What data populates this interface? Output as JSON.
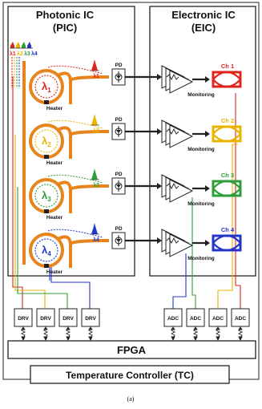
{
  "figure": {
    "caption": "(a)",
    "pic_title_line1": "Photonic IC",
    "pic_title_line2": "(PIC)",
    "eic_title_line1": "Electronic IC",
    "eic_title_line2": "(EIC)",
    "fpga_label": "FPGA",
    "tc_label": "Temperature Controller (TC)",
    "input_lambdas": [
      "λ1",
      "λ2",
      "λ3",
      "λ4"
    ],
    "rings": [
      {
        "lambda_main": "λ",
        "lambda_sub": "1",
        "drop_label": "λ1",
        "heater": "Heater",
        "pd": "PD",
        "color": "#e0241b"
      },
      {
        "lambda_main": "λ",
        "lambda_sub": "2",
        "drop_label": "λ2",
        "heater": "Heater",
        "pd": "PD",
        "color": "#e8b400"
      },
      {
        "lambda_main": "λ",
        "lambda_sub": "3",
        "drop_label": "λ3",
        "heater": "Heater",
        "pd": "PD",
        "color": "#2e9e3a"
      },
      {
        "lambda_main": "λ",
        "lambda_sub": "4",
        "drop_label": "λ4",
        "heater": "Heater",
        "pd": "PD",
        "color": "#2435c9"
      }
    ],
    "channels": [
      {
        "label": "Ch 1",
        "monitor": "Monitoring",
        "color": "#e0241b"
      },
      {
        "label": "Ch 2",
        "monitor": "Monitoring",
        "color": "#e8b400"
      },
      {
        "label": "Ch 3",
        "monitor": "Monitoring",
        "color": "#2e9e3a"
      },
      {
        "label": "Ch 4",
        "monitor": "Monitoring",
        "color": "#2435c9"
      }
    ],
    "drivers": [
      "DRV",
      "DRV",
      "DRV",
      "DRV"
    ],
    "adcs": [
      "ADC",
      "ADC",
      "ADC",
      "ADC"
    ],
    "colors": {
      "waveguide": "#e8841c",
      "ring": "#e8841c"
    }
  }
}
